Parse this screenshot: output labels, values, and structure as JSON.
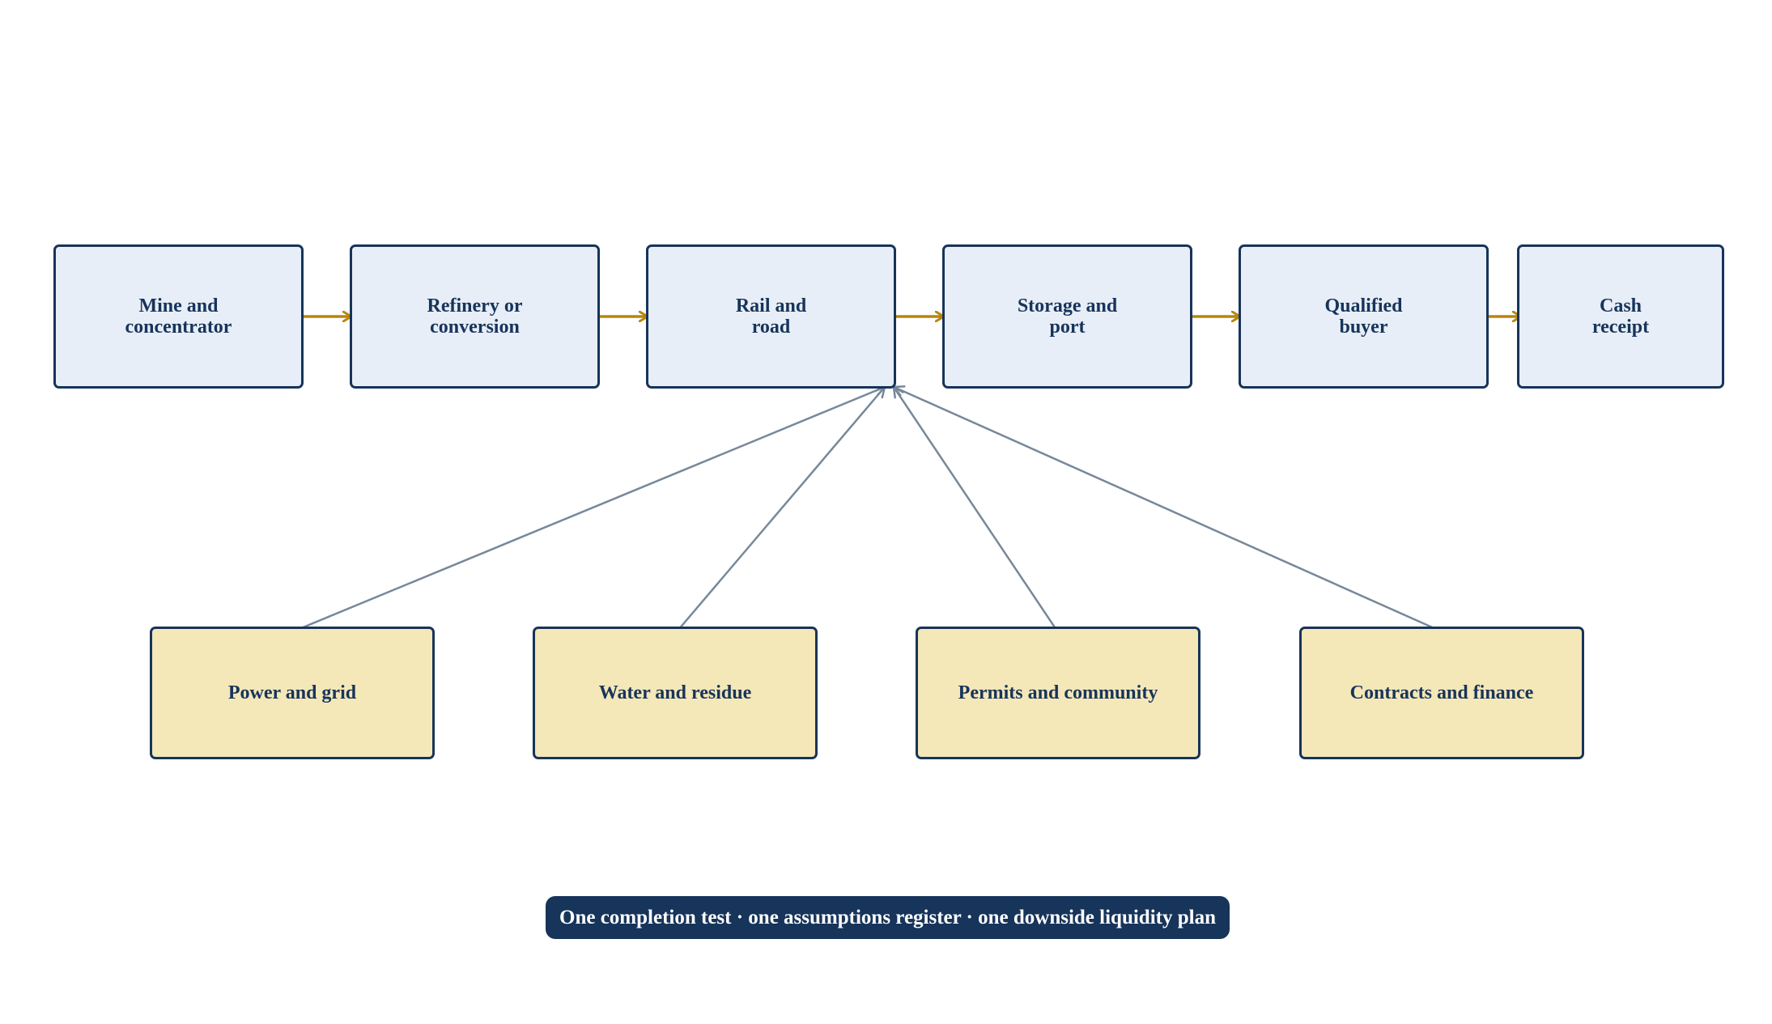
{
  "stages": [
    {
      "label": "Mine and\nconcentrator"
    },
    {
      "label": "Refinery or\nconversion"
    },
    {
      "label": "Rail and\nroad"
    },
    {
      "label": "Storage and\nport"
    },
    {
      "label": "Qualified\nbuyer"
    },
    {
      "label": "Cash\nreceipt"
    }
  ],
  "dependencies": [
    {
      "label": "Power and grid"
    },
    {
      "label": "Water and residue"
    },
    {
      "label": "Permits and community"
    },
    {
      "label": "Contracts and finance"
    }
  ],
  "banner": {
    "text": "One completion test · one assumptions register · one downside liquidity plan"
  },
  "colors": {
    "stage_fill": "#e7eef7",
    "dependency_fill": "#f4e7b8",
    "border": "#17345a",
    "flow_arrow": "#b8860b",
    "dependency_arrow": "#778899",
    "banner_fill": "#17345a"
  }
}
